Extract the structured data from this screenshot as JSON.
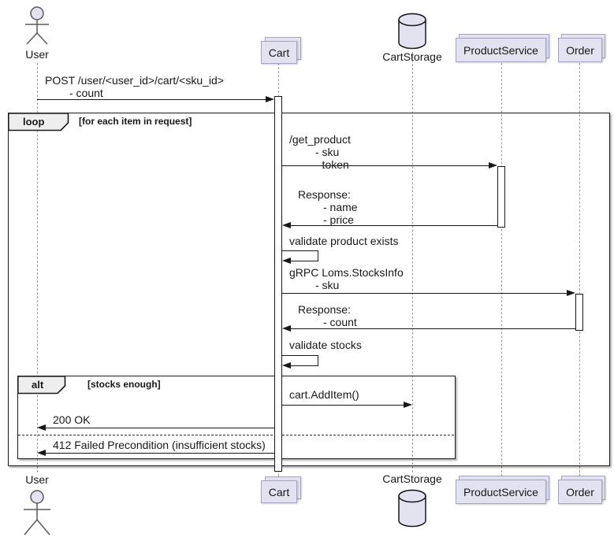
{
  "diagram_kind": "uml-sequence-diagram",
  "participants": {
    "user": {
      "label": "User",
      "type": "actor"
    },
    "cart": {
      "label": "Cart",
      "type": "collections"
    },
    "cart_storage": {
      "label": "CartStorage",
      "type": "database"
    },
    "product_service": {
      "label": "ProductService",
      "type": "collections"
    },
    "order": {
      "label": "Order",
      "type": "collections"
    }
  },
  "frames": {
    "loop": {
      "keyword": "loop",
      "guard": "[for each item in request]"
    },
    "alt": {
      "keyword": "alt",
      "guard": "[stocks enough]"
    }
  },
  "messages": {
    "post": {
      "from": "User",
      "to": "Cart",
      "lines": [
        "POST /user/<user_id>/cart/<sku_id>",
        "- count"
      ]
    },
    "get_product": {
      "from": "Cart",
      "to": "ProductService",
      "lines": [
        "/get_product",
        "- sku",
        "- token"
      ]
    },
    "product_response": {
      "from": "ProductService",
      "to": "Cart",
      "lines": [
        "Response:",
        "- name",
        "- price"
      ]
    },
    "validate_product": {
      "from": "Cart",
      "to": "Cart",
      "lines": [
        "validate product exists"
      ]
    },
    "stocks_info": {
      "from": "Cart",
      "to": "Order",
      "lines": [
        "gRPC Loms.StocksInfo",
        "- sku"
      ]
    },
    "stocks_response": {
      "from": "Order",
      "to": "Cart",
      "lines": [
        "Response:",
        "- count"
      ]
    },
    "validate_stocks": {
      "from": "Cart",
      "to": "Cart",
      "lines": [
        "validate stocks"
      ]
    },
    "add_item": {
      "from": "Cart",
      "to": "CartStorage",
      "lines": [
        "cart.AddItem()"
      ]
    },
    "ok": {
      "from": "Cart",
      "to": "User",
      "lines": [
        "200 OK"
      ]
    },
    "fail": {
      "from": "Cart",
      "to": "User",
      "lines": [
        "412 Failed Precondition (insufficient stocks)"
      ]
    }
  },
  "colors": {
    "participant_fill": "#E2E2F0",
    "participant_border": "#A3A3C2",
    "frame_border": "#1B1B1B",
    "frame_label_fill": "#EEEEEE",
    "message_line": "#181818",
    "lifeline": "#9A9A9A",
    "background": "#FFFFFF"
  }
}
